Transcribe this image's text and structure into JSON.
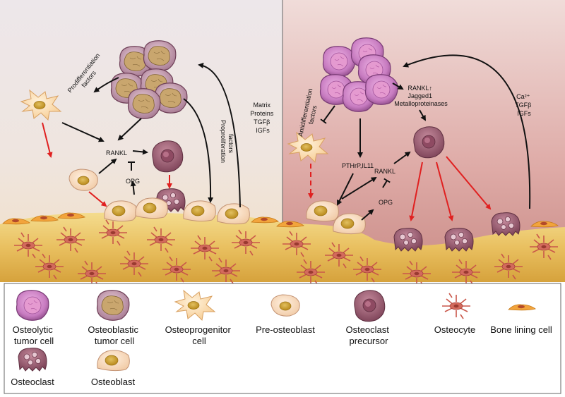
{
  "diagram": {
    "left_panel": {
      "prodifferentiation": [
        "Prodifferentiation",
        "factors"
      ],
      "proproliferation": [
        "Proproliferation",
        "factors"
      ],
      "matrix_factors": [
        "Matrix",
        "Proteins",
        "TGFβ",
        "IGFs"
      ],
      "rankl": "RANKL",
      "opg": "OPG"
    },
    "right_panel": {
      "antidifferentiation": [
        "Antidifferentiation",
        "factors"
      ],
      "osteolytic_factors": [
        "RANKL↑",
        "Jagged1",
        "Metalloproteinases"
      ],
      "bone_factors": [
        "Ca²⁺",
        "TGFβ",
        "IGFs"
      ],
      "pthrp": "PTHrP,IL11",
      "rankl": "RANKL",
      "opg": "OPG"
    }
  },
  "legend": {
    "osteolytic_tumor_cell": [
      "Osteolytic",
      "tumor cell"
    ],
    "osteoblastic_tumor_cell": [
      "Osteoblastic",
      "tumor cell"
    ],
    "osteoprogenitor_cell": [
      "Osteoprogenitor",
      "cell"
    ],
    "pre_osteoblast": [
      "Pre-osteoblast"
    ],
    "osteoclast_precursor": [
      "Osteoclast",
      "precursor"
    ],
    "osteocyte": [
      "Osteocyte"
    ],
    "bone_lining_cell": [
      "Bone lining cell"
    ],
    "osteoclast": [
      "Osteoclast"
    ],
    "osteoblast": [
      "Osteoblast"
    ]
  },
  "colors": {
    "left_bg_top": "#ece6ea",
    "right_bg_top": "#eed7d6",
    "bone": "#eac45e",
    "bone_deep": "#d9a63c",
    "osteocyte": "#c9574a",
    "osteoclast": "#9a5b6f",
    "tumor_osteolytic": "#c777c0",
    "tumor_osteoblastic": "#b78aa0",
    "nucleus": "#cfa83a",
    "pre_osteoblast": "#f8dcc4",
    "red_arrow": "#e02020",
    "black_arrow": "#111111"
  }
}
